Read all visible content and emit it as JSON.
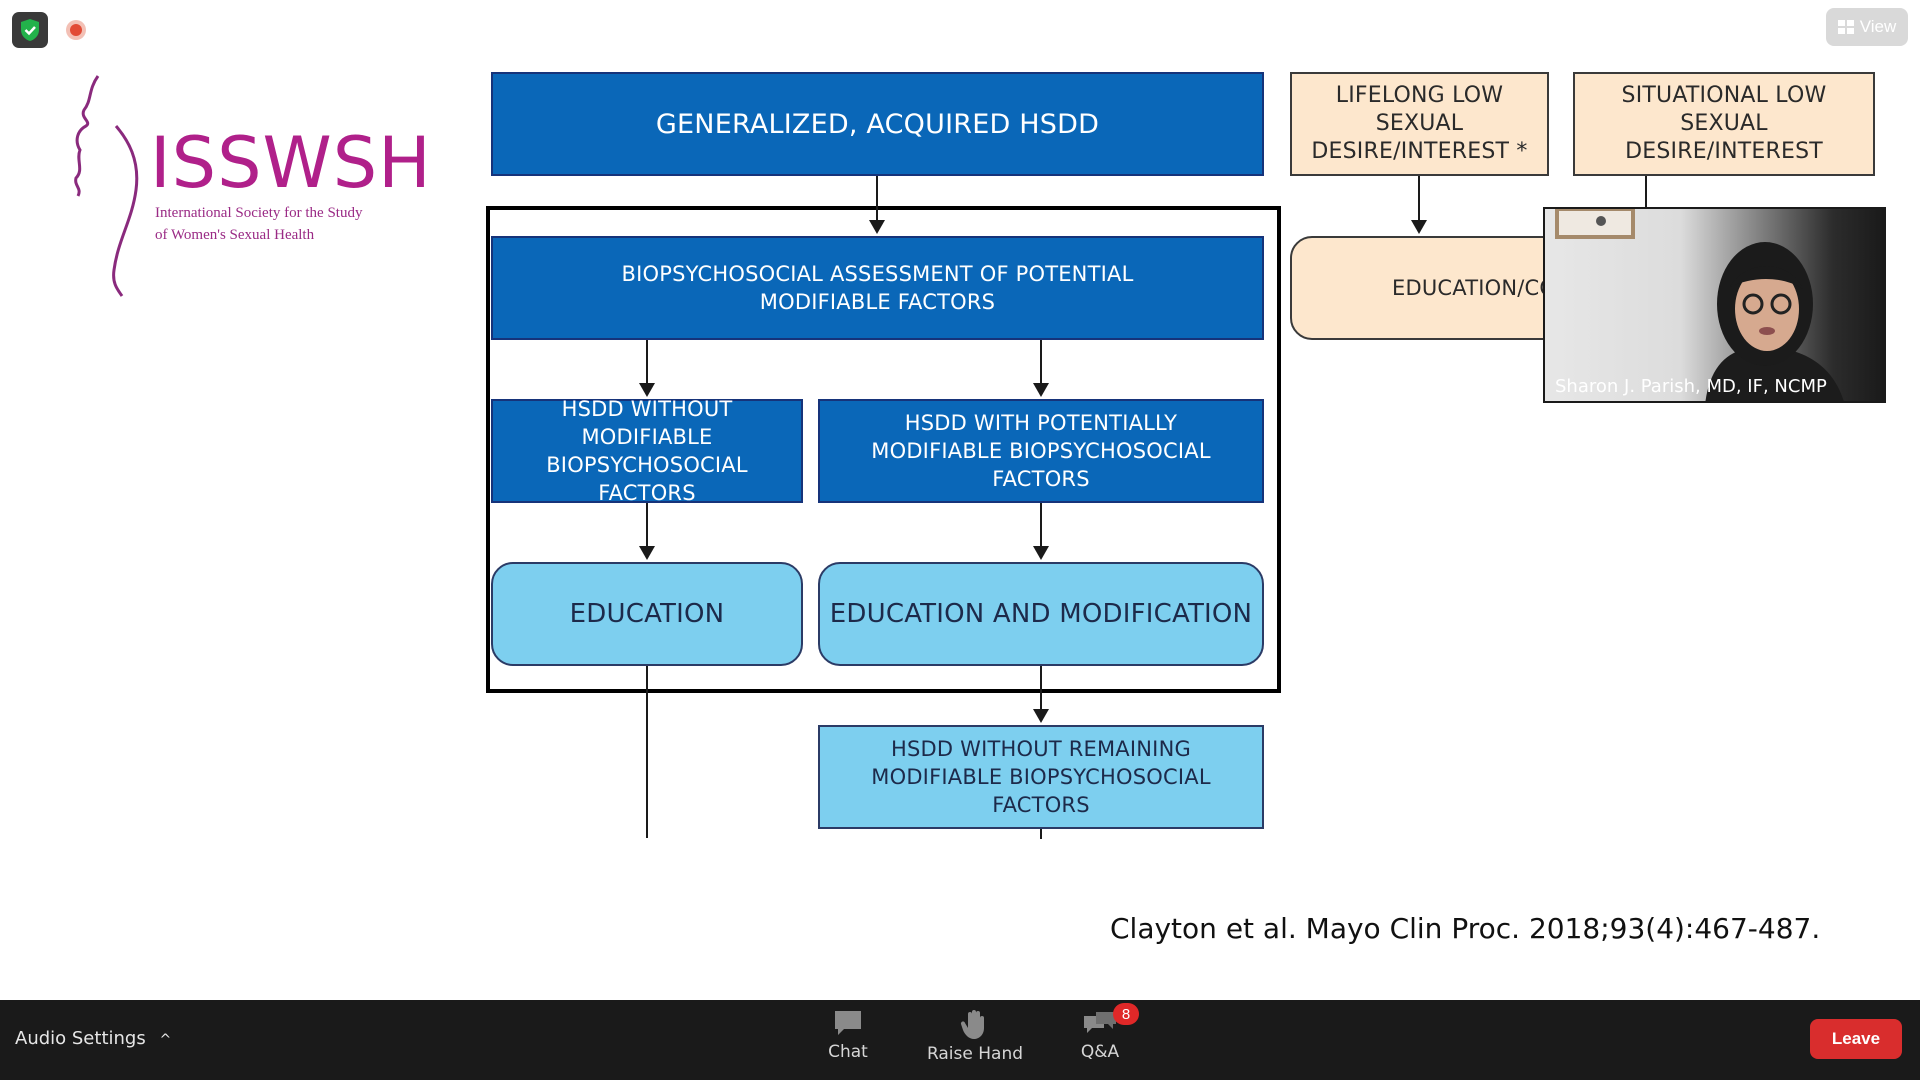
{
  "window": {
    "view_label": "View"
  },
  "logo": {
    "title": "ISSWSH",
    "subtitle_line1": "International Society for the Study",
    "subtitle_line2": "of Women's Sexual Health"
  },
  "flowchart": {
    "generalized": "GENERALIZED, ACQUIRED HSDD",
    "lifelong": "LIFELONG LOW SEXUAL DESIRE/INTEREST *",
    "situational": "SITUATIONAL LOW SEXUAL DESIRE/INTEREST",
    "assessment": "BIOPSYCHOSOCIAL ASSESSMENT OF POTENTIAL MODIFIABLE FACTORS",
    "without_modifiable": "HSDD WITHOUT MODIFIABLE BIOPSYCHOSOCIAL FACTORS",
    "with_modifiable": "HSDD WITH POTENTIALLY MODIFIABLE BIOPSYCHOSOCIAL FACTORS",
    "education": "EDUCATION",
    "education_modification": "EDUCATION AND MODIFICATION",
    "education_partial": "EDUCATION/CO",
    "without_remaining": "HSDD WITHOUT REMAINING MODIFIABLE BIOPSYCHOSOCIAL FACTORS"
  },
  "citation": "Clayton et al. Mayo Clin Proc. 2018;93(4):467-487.",
  "video": {
    "participant_name": "Sharon J. Parish, MD, IF, NCMP"
  },
  "toolbar": {
    "audio_settings": "Audio Settings",
    "chat": "Chat",
    "raise_hand": "Raise Hand",
    "qa": "Q&A",
    "qa_badge": "8",
    "leave": "Leave"
  },
  "colors": {
    "dark_box": "#0a67b8",
    "light_box": "#7dcfef",
    "peach_box": "#fde7cd",
    "logo": "#b0208a",
    "leave": "#d92d2d",
    "toolbar": "#1a1a1a"
  }
}
